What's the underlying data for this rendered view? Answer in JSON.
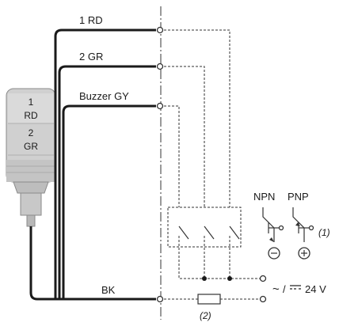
{
  "wires": {
    "wire1": "1 RD",
    "wire2": "2 GR",
    "buzzer": "Buzzer GY",
    "ground": "BK"
  },
  "lamp": {
    "tier1_num": "1",
    "tier1_color": "RD",
    "tier2_num": "2",
    "tier2_color": "GR"
  },
  "transistors": {
    "npn": "NPN",
    "pnp": "PNP"
  },
  "notes": {
    "note1": "(1)",
    "note2": "(2)",
    "supply": "~ / ⎓ 24 V"
  }
}
